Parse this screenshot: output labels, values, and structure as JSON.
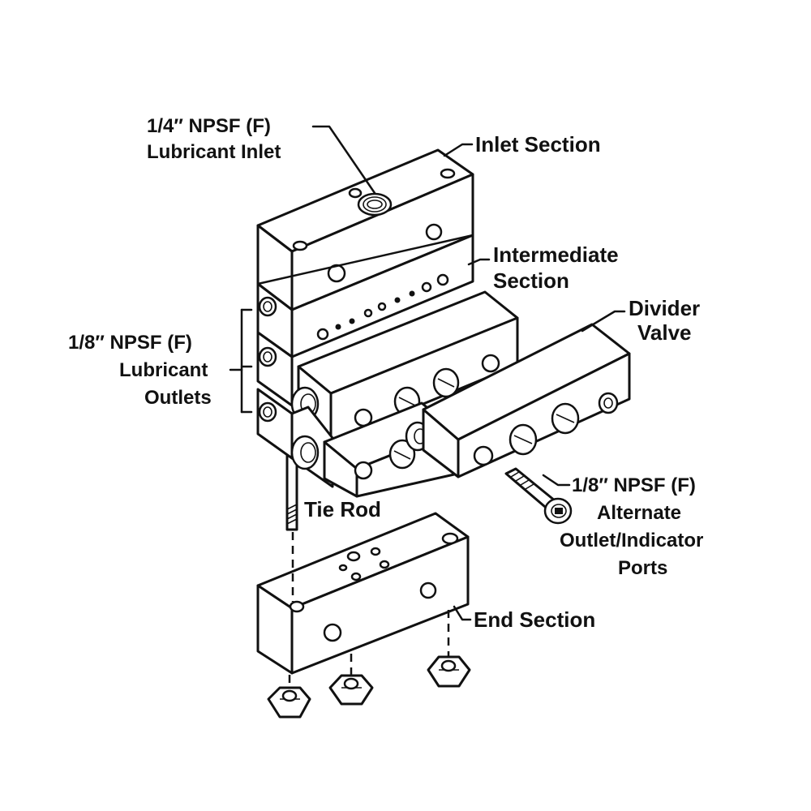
{
  "labels": {
    "lubricant_inlet_l1": "1/4″ NPSF (F)",
    "lubricant_inlet_l2": "Lubricant Inlet",
    "inlet_section": "Inlet Section",
    "intermediate_l1": "Intermediate",
    "intermediate_l2": "Section",
    "divider_l1": "Divider",
    "divider_l2": "Valve",
    "outlets_l1": "1/8″ NPSF (F)",
    "outlets_l2": "Lubricant",
    "outlets_l3": "Outlets",
    "tie_rod": "Tie Rod",
    "alternate_l1": "1/8″ NPSF (F)",
    "alternate_l2": "Alternate",
    "alternate_l3": "Outlet/Indicator",
    "alternate_l4": "Ports",
    "end_section": "End Section"
  }
}
